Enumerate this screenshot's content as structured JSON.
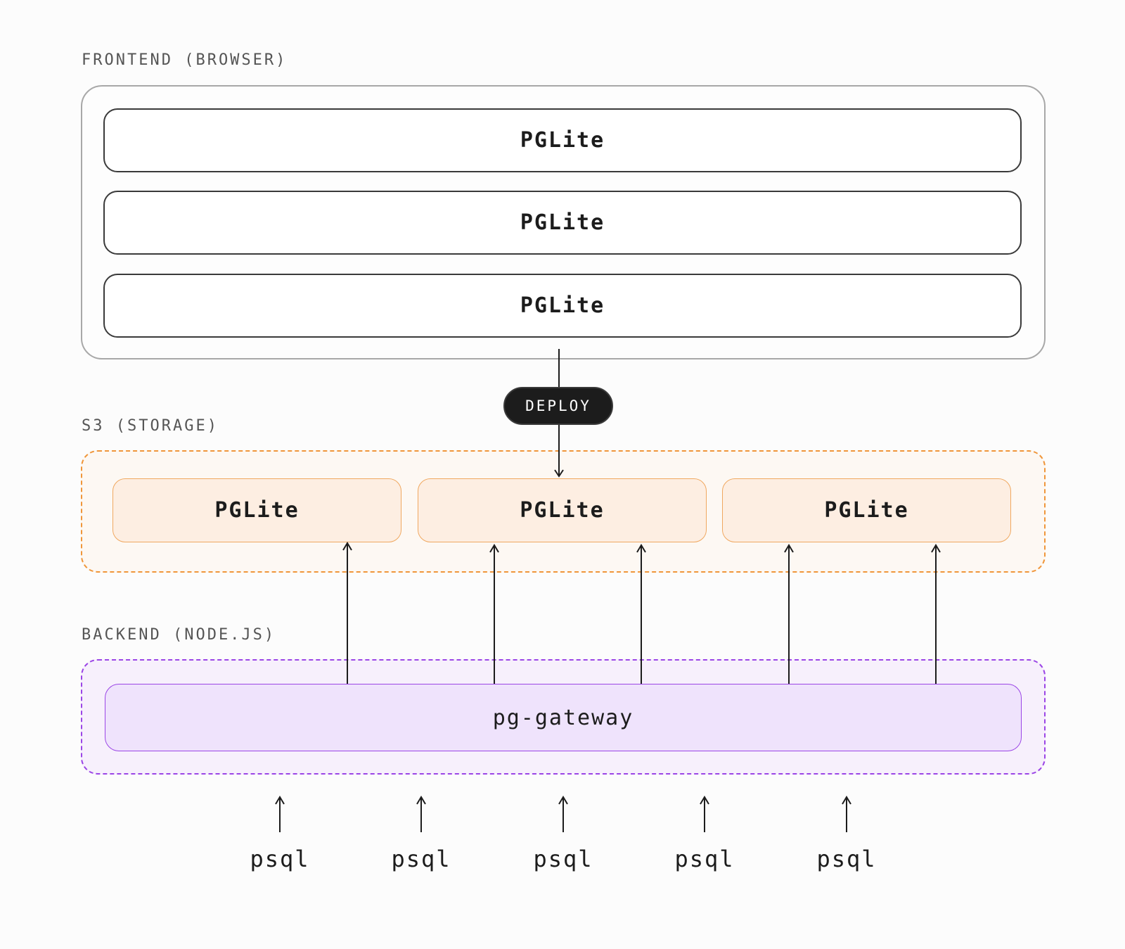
{
  "sections": {
    "frontend": {
      "label": "FRONTEND (BROWSER)",
      "instances": [
        "PGLite",
        "PGLite",
        "PGLite"
      ]
    },
    "s3": {
      "label": "S3 (STORAGE)",
      "instances": [
        "PGLite",
        "PGLite",
        "PGLite"
      ]
    },
    "backend": {
      "label": "BACKEND (NODE.JS)",
      "gateway": "pg-gateway"
    }
  },
  "deploy_label": "DEPLOY",
  "clients": [
    "psql",
    "psql",
    "psql",
    "psql",
    "psql"
  ],
  "colors": {
    "storage_border": "#f0963a",
    "storage_fill": "#fdeee2",
    "backend_border": "#9b45e6",
    "backend_fill": "#efe3fc",
    "deploy_pill": "#1c1c1c"
  }
}
